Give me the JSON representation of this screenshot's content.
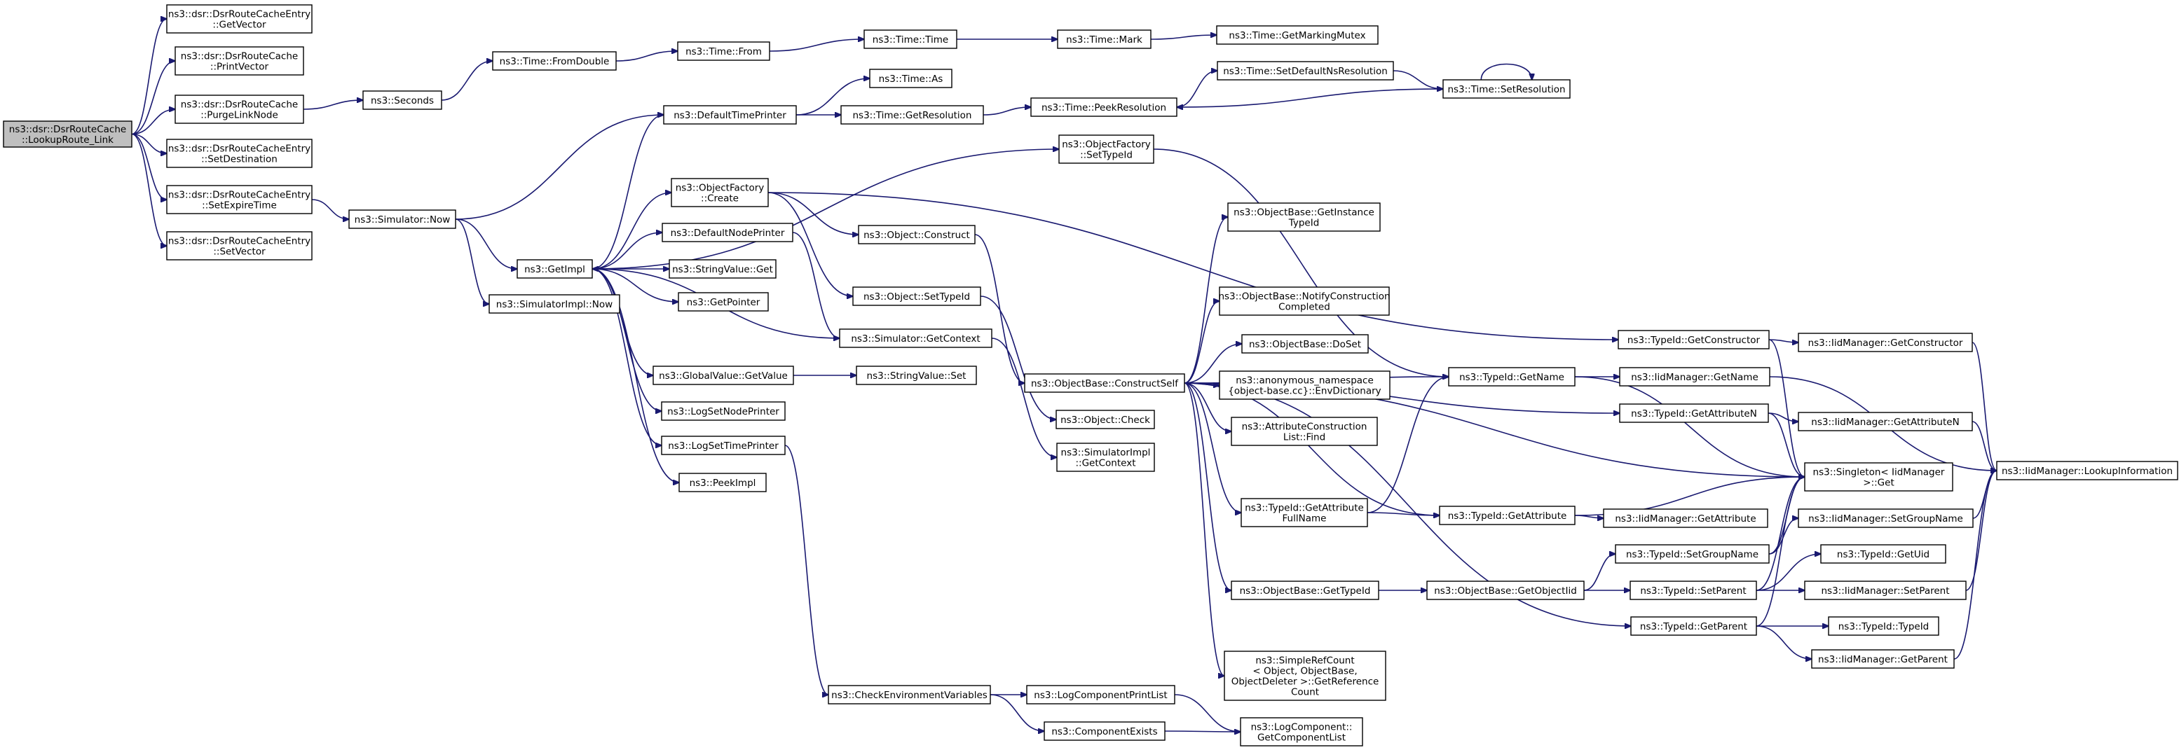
{
  "colors": {
    "edge": "#191970",
    "root_fill": "#bfbfbf",
    "node_fill": "#ffffff",
    "node_stroke": "#000000"
  },
  "nodes": [
    {
      "id": "root",
      "lines": [
        "ns3::dsr::DsrRouteCache",
        "::LookupRoute_Link"
      ]
    },
    {
      "id": "rce_getvector",
      "lines": [
        "ns3::dsr::DsrRouteCacheEntry",
        "::GetVector"
      ]
    },
    {
      "id": "rc_printvector",
      "lines": [
        "ns3::dsr::DsrRouteCache",
        "::PrintVector"
      ]
    },
    {
      "id": "rc_purgelinknode",
      "lines": [
        "ns3::dsr::DsrRouteCache",
        "::PurgeLinkNode"
      ]
    },
    {
      "id": "rce_setdestination",
      "lines": [
        "ns3::dsr::DsrRouteCacheEntry",
        "::SetDestination"
      ]
    },
    {
      "id": "rce_setexpiretime",
      "lines": [
        "ns3::dsr::DsrRouteCacheEntry",
        "::SetExpireTime"
      ]
    },
    {
      "id": "rce_setvector",
      "lines": [
        "ns3::dsr::DsrRouteCacheEntry",
        "::SetVector"
      ]
    },
    {
      "id": "seconds",
      "lines": [
        "ns3::Seconds"
      ]
    },
    {
      "id": "time_fromdouble",
      "lines": [
        "ns3::Time::FromDouble"
      ]
    },
    {
      "id": "time_from",
      "lines": [
        "ns3::Time::From"
      ]
    },
    {
      "id": "time_time",
      "lines": [
        "ns3::Time::Time"
      ]
    },
    {
      "id": "time_mark",
      "lines": [
        "ns3::Time::Mark"
      ]
    },
    {
      "id": "time_getmarkingmutex",
      "lines": [
        "ns3::Time::GetMarkingMutex"
      ]
    },
    {
      "id": "time_as",
      "lines": [
        "ns3::Time::As"
      ]
    },
    {
      "id": "defaulttimeprinter",
      "lines": [
        "ns3::DefaultTimePrinter"
      ]
    },
    {
      "id": "time_getresolution",
      "lines": [
        "ns3::Time::GetResolution"
      ]
    },
    {
      "id": "time_peekresolution",
      "lines": [
        "ns3::Time::PeekResolution"
      ]
    },
    {
      "id": "time_setdefaultnsresolution",
      "lines": [
        "ns3::Time::SetDefaultNsResolution"
      ]
    },
    {
      "id": "time_setresolution",
      "lines": [
        "ns3::Time::SetResolution"
      ]
    },
    {
      "id": "simulator_now",
      "lines": [
        "ns3::Simulator::Now"
      ]
    },
    {
      "id": "getimpl",
      "lines": [
        "ns3::GetImpl"
      ]
    },
    {
      "id": "simulatorimpl_now",
      "lines": [
        "ns3::SimulatorImpl::Now"
      ]
    },
    {
      "id": "objectfactory_create",
      "lines": [
        "ns3::ObjectFactory",
        "::Create"
      ]
    },
    {
      "id": "objectfactory_settypeid",
      "lines": [
        "ns3::ObjectFactory",
        "::SetTypeId"
      ]
    },
    {
      "id": "defaultnodeprinter",
      "lines": [
        "ns3::DefaultNodePrinter"
      ]
    },
    {
      "id": "stringvalue_get",
      "lines": [
        "ns3::StringValue::Get"
      ]
    },
    {
      "id": "getpointer",
      "lines": [
        "ns3::GetPointer"
      ]
    },
    {
      "id": "object_construct",
      "lines": [
        "ns3::Object::Construct"
      ]
    },
    {
      "id": "object_settypeid",
      "lines": [
        "ns3::Object::SetTypeId"
      ]
    },
    {
      "id": "simulator_getcontext",
      "lines": [
        "ns3::Simulator::GetContext"
      ]
    },
    {
      "id": "globalvalue_getvalue",
      "lines": [
        "ns3::GlobalValue::GetValue"
      ]
    },
    {
      "id": "stringvalue_set",
      "lines": [
        "ns3::StringValue::Set"
      ]
    },
    {
      "id": "logsetnodeprinter",
      "lines": [
        "ns3::LogSetNodePrinter"
      ]
    },
    {
      "id": "logsettimeprinter",
      "lines": [
        "ns3::LogSetTimePrinter"
      ]
    },
    {
      "id": "peekimpl",
      "lines": [
        "ns3::PeekImpl"
      ]
    },
    {
      "id": "object_check",
      "lines": [
        "ns3::Object::Check"
      ]
    },
    {
      "id": "simulatorimpl_getcontext",
      "lines": [
        "ns3::SimulatorImpl",
        "::GetContext"
      ]
    },
    {
      "id": "objectbase_constructself",
      "lines": [
        "ns3::ObjectBase::ConstructSelf"
      ]
    },
    {
      "id": "objectbase_getinstancetypeid",
      "lines": [
        "ns3::ObjectBase::GetInstance",
        "TypeId"
      ]
    },
    {
      "id": "objectbase_notifyconstructioncompleted",
      "lines": [
        "ns3::ObjectBase::NotifyConstruction",
        "Completed"
      ]
    },
    {
      "id": "objectbase_doset",
      "lines": [
        "ns3::ObjectBase::DoSet"
      ]
    },
    {
      "id": "anon_envdictionary",
      "lines": [
        "ns3::anonymous_namespace",
        "{object-base.cc}::EnvDictionary"
      ]
    },
    {
      "id": "attributeconstructionlist_find",
      "lines": [
        "ns3::AttributeConstruction",
        "List::Find"
      ]
    },
    {
      "id": "typeid_getattributefullname",
      "lines": [
        "ns3::TypeId::GetAttribute",
        "FullName"
      ]
    },
    {
      "id": "objectbase_gettypeid",
      "lines": [
        "ns3::ObjectBase::GetTypeId"
      ]
    },
    {
      "id": "simplerefcount_getreferencecount",
      "lines": [
        "ns3::SimpleRefCount",
        "< Object, ObjectBase,",
        "ObjectDeleter >::GetReference",
        "Count"
      ]
    },
    {
      "id": "checkenvironmentvariables",
      "lines": [
        "ns3::CheckEnvironmentVariables"
      ]
    },
    {
      "id": "logcomponentprintlist",
      "lines": [
        "ns3::LogComponentPrintList"
      ]
    },
    {
      "id": "componentexists",
      "lines": [
        "ns3::ComponentExists"
      ]
    },
    {
      "id": "logcomponent_getcomponentlist",
      "lines": [
        "ns3::LogComponent::",
        "GetComponentList"
      ]
    },
    {
      "id": "typeid_getname",
      "lines": [
        "ns3::TypeId::GetName"
      ]
    },
    {
      "id": "typeid_getattribute",
      "lines": [
        "ns3::TypeId::GetAttribute"
      ]
    },
    {
      "id": "objectbase_getobjectiid",
      "lines": [
        "ns3::ObjectBase::GetObjectIid"
      ]
    },
    {
      "id": "typeid_getconstructor",
      "lines": [
        "ns3::TypeId::GetConstructor"
      ]
    },
    {
      "id": "iidmanager_getconstructor",
      "lines": [
        "ns3::IidManager::GetConstructor"
      ]
    },
    {
      "id": "iidmanager_getname",
      "lines": [
        "ns3::IidManager::GetName"
      ]
    },
    {
      "id": "typeid_getattributen",
      "lines": [
        "ns3::TypeId::GetAttributeN"
      ]
    },
    {
      "id": "iidmanager_getattributen",
      "lines": [
        "ns3::IidManager::GetAttributeN"
      ]
    },
    {
      "id": "singleton_get",
      "lines": [
        "ns3::Singleton< IidManager",
        ">::Get"
      ]
    },
    {
      "id": "iidmanager_getattribute",
      "lines": [
        "ns3::IidManager::GetAttribute"
      ]
    },
    {
      "id": "typeid_setgroupname",
      "lines": [
        "ns3::TypeId::SetGroupName"
      ]
    },
    {
      "id": "iidmanager_setgroupname",
      "lines": [
        "ns3::IidManager::SetGroupName"
      ]
    },
    {
      "id": "typeid_setparent",
      "lines": [
        "ns3::TypeId::SetParent"
      ]
    },
    {
      "id": "typeid_getuid",
      "lines": [
        "ns3::TypeId::GetUid"
      ]
    },
    {
      "id": "iidmanager_setparent",
      "lines": [
        "ns3::IidManager::SetParent"
      ]
    },
    {
      "id": "typeid_getparent",
      "lines": [
        "ns3::TypeId::GetParent"
      ]
    },
    {
      "id": "typeid_typeid",
      "lines": [
        "ns3::TypeId::TypeId"
      ]
    },
    {
      "id": "iidmanager_getparent",
      "lines": [
        "ns3::IidManager::GetParent"
      ]
    },
    {
      "id": "iidmanager_lookupinformation",
      "lines": [
        "ns3::IidManager::LookupInformation"
      ]
    }
  ]
}
